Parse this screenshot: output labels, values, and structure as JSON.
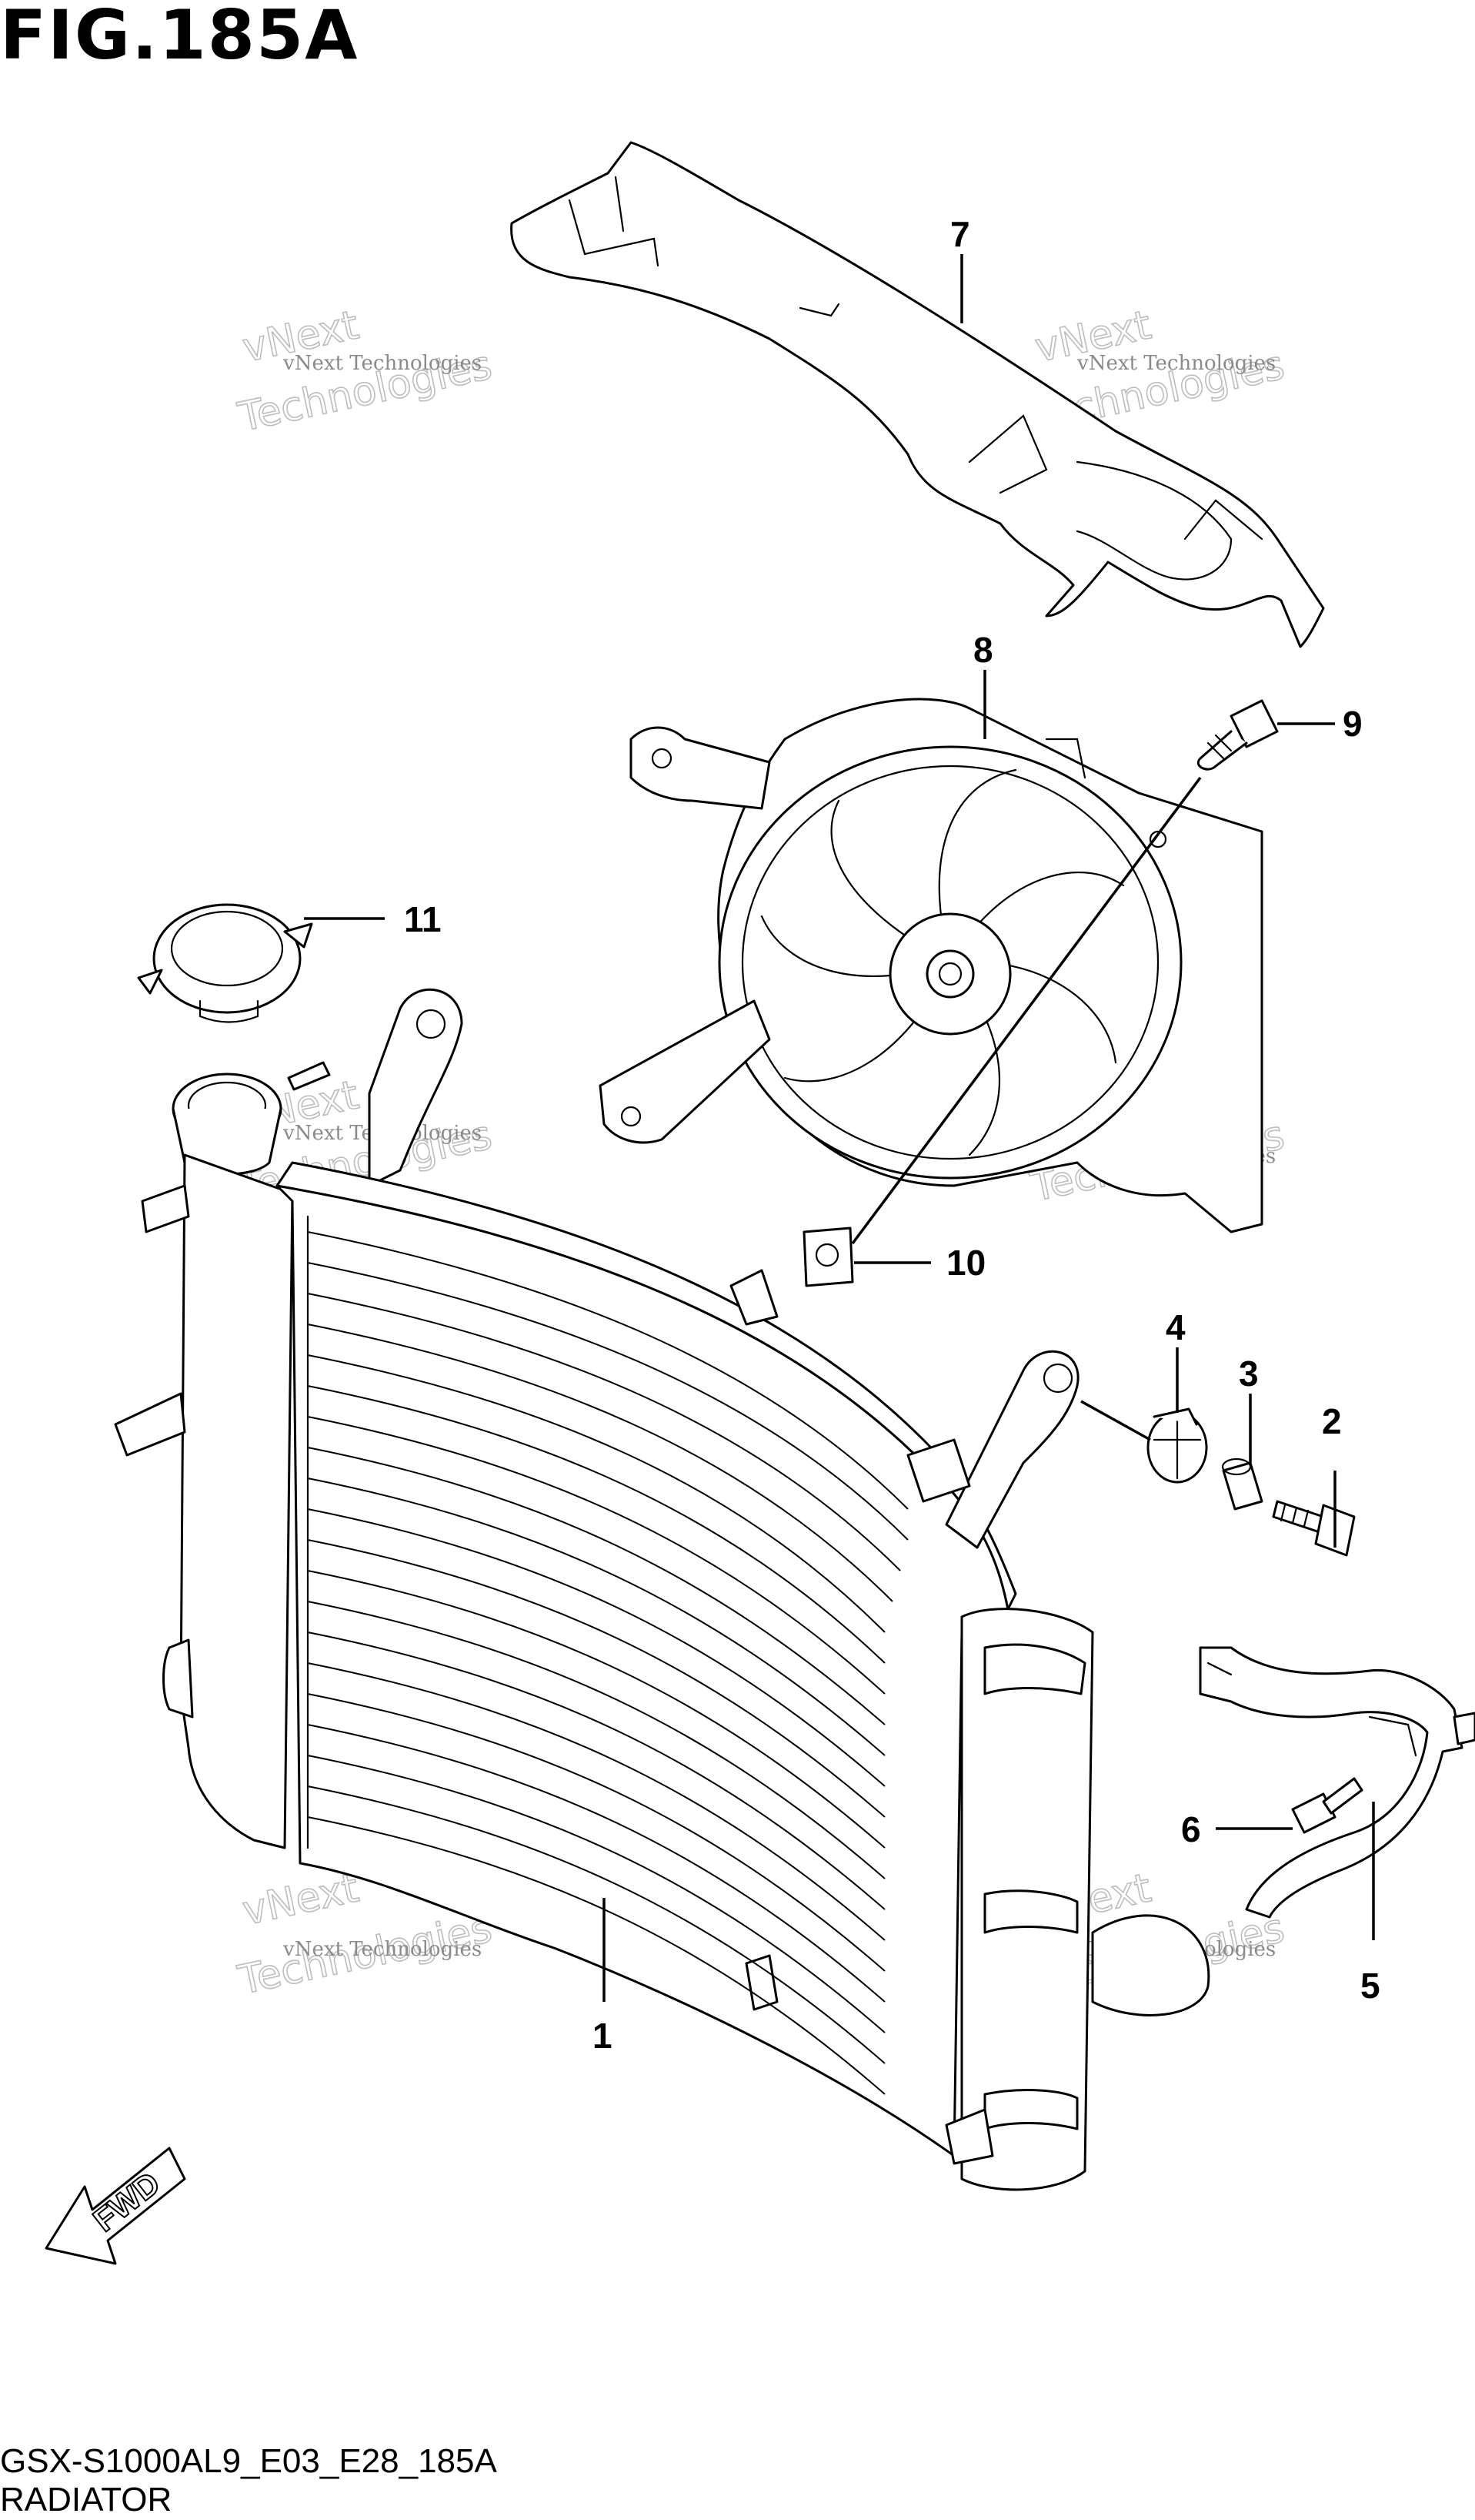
{
  "figure": {
    "title": "FIG.185A",
    "code": "GSX-S1000AL9_E03_E28_185A",
    "name": "RADIATOR"
  },
  "direction_marker": {
    "label": "FWD",
    "icon": "fwd-arrow-icon"
  },
  "watermark": {
    "line1": "vNext Technologies",
    "line2": "vNext",
    "line3": "Technologies"
  },
  "callouts": [
    "1",
    "2",
    "3",
    "4",
    "5",
    "6",
    "7",
    "8",
    "9",
    "10",
    "11"
  ],
  "parts": [
    {
      "ref": "1",
      "icon": "radiator-icon"
    },
    {
      "ref": "2",
      "icon": "bolt-icon"
    },
    {
      "ref": "3",
      "icon": "spacer-icon"
    },
    {
      "ref": "4",
      "icon": "grommet-icon"
    },
    {
      "ref": "5",
      "icon": "bracket-icon"
    },
    {
      "ref": "6",
      "icon": "bolt-icon"
    },
    {
      "ref": "7",
      "icon": "cover-icon"
    },
    {
      "ref": "8",
      "icon": "fan-icon"
    },
    {
      "ref": "9",
      "icon": "bolt-icon"
    },
    {
      "ref": "10",
      "icon": "nut-icon"
    },
    {
      "ref": "11",
      "icon": "radiator-cap-icon"
    }
  ]
}
